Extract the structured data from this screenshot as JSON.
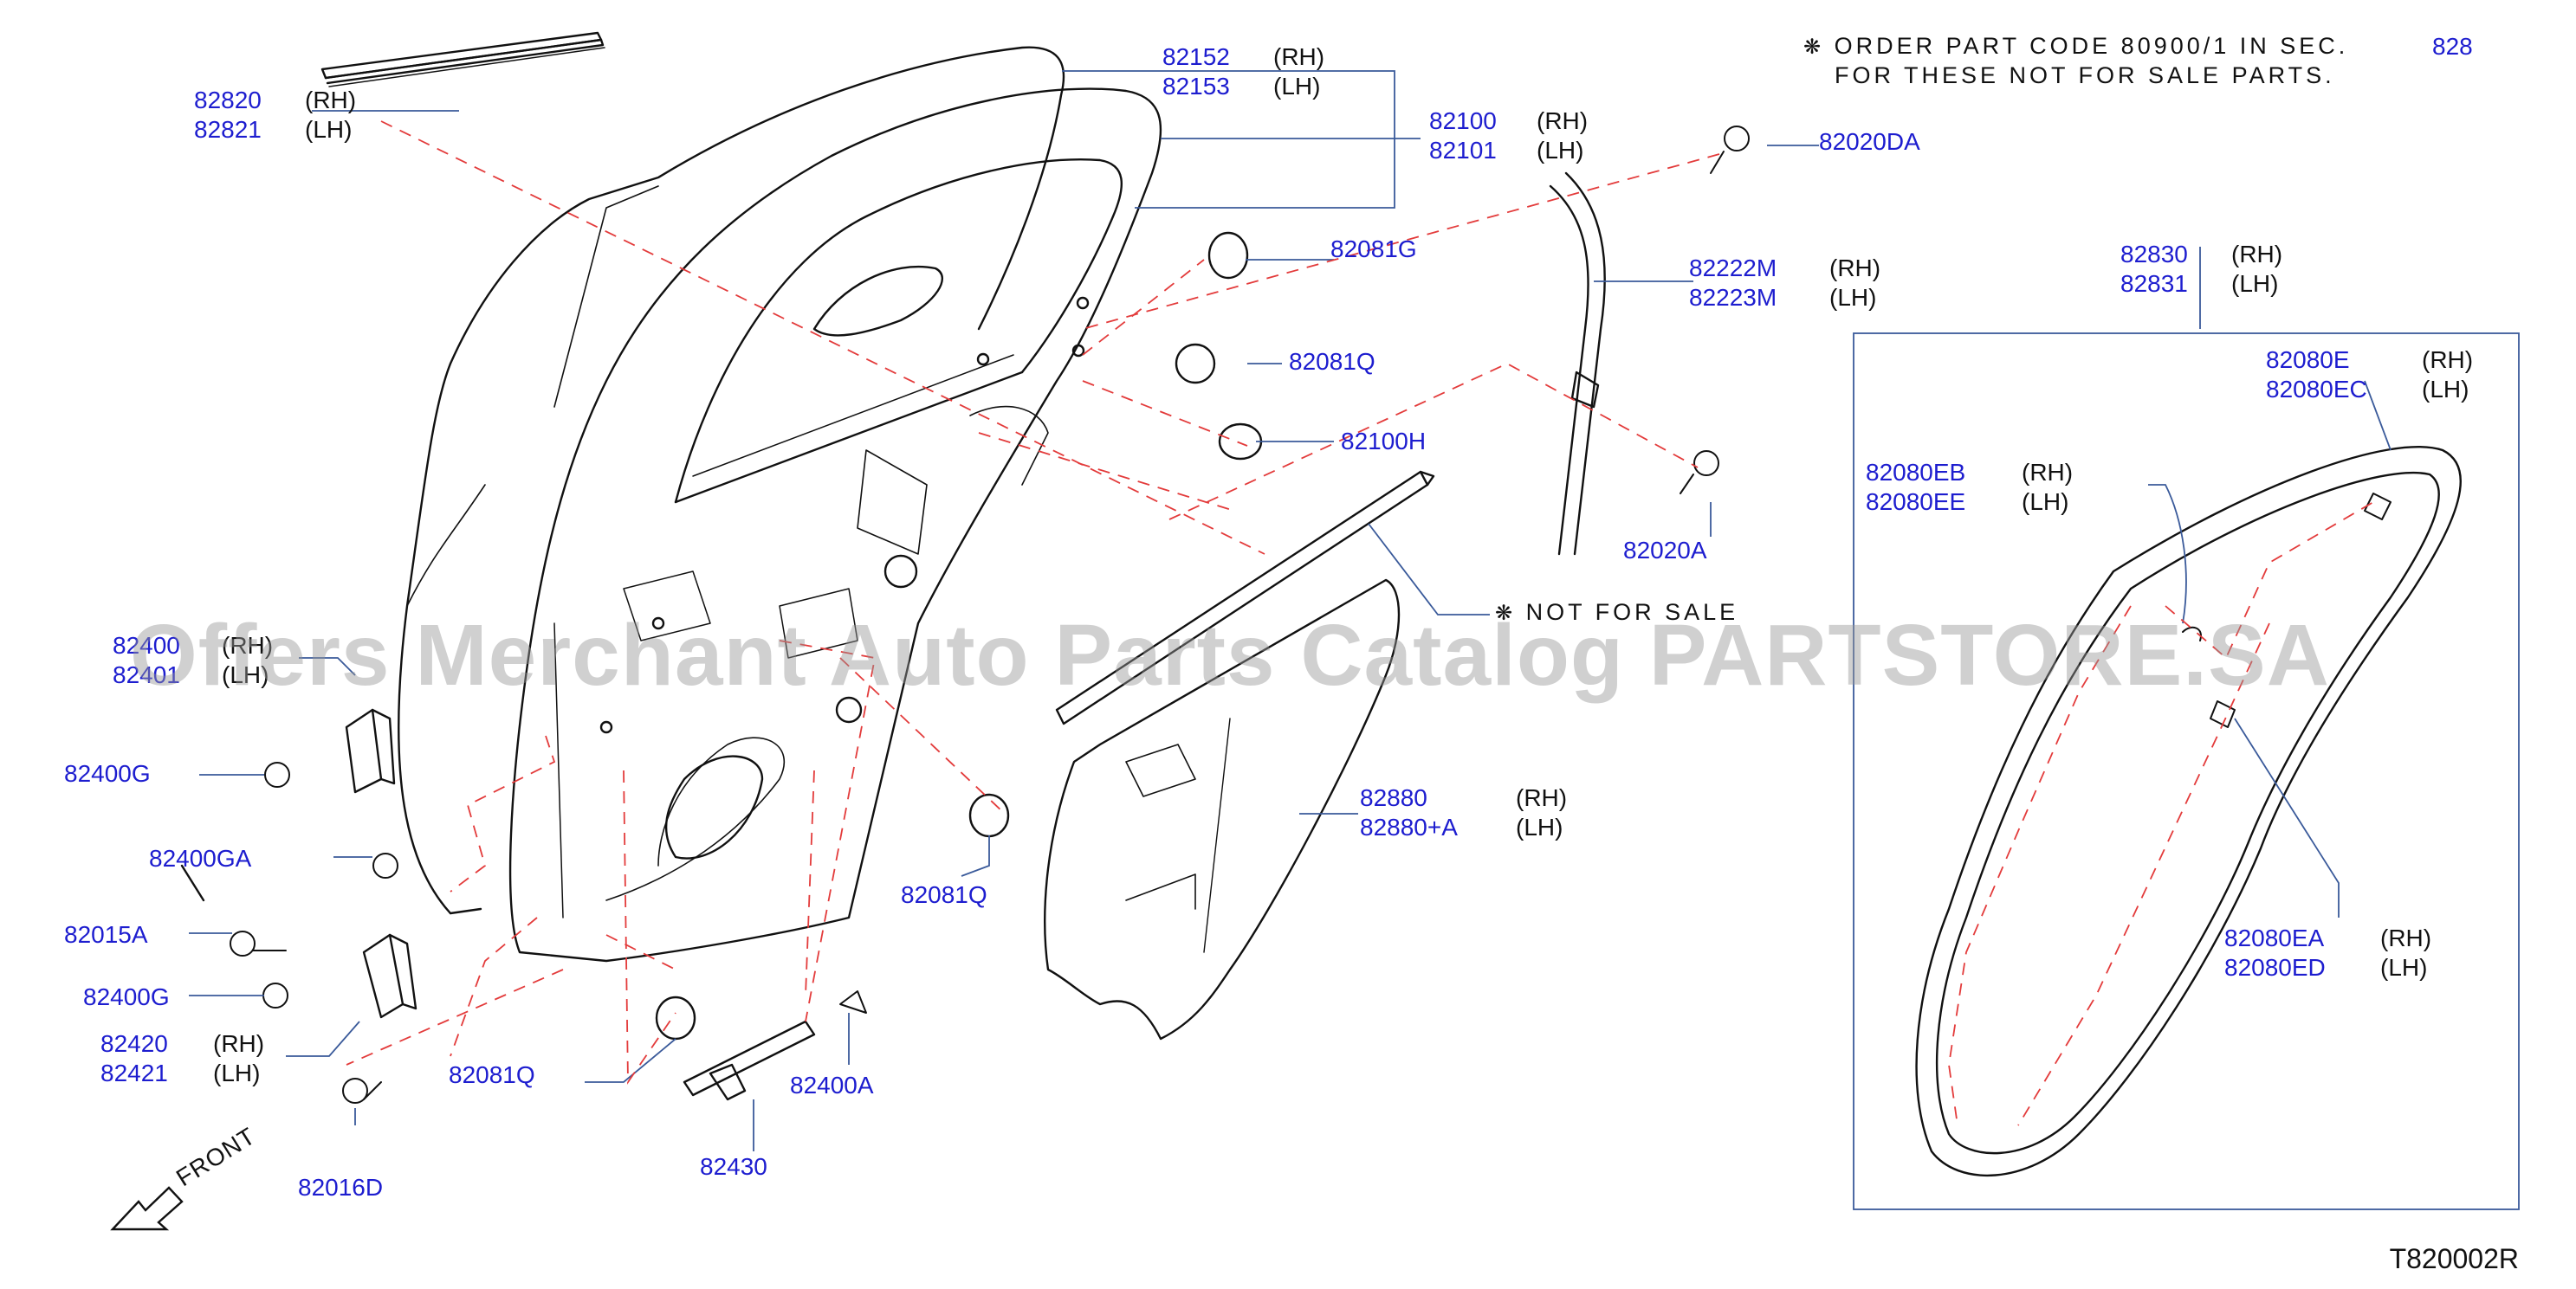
{
  "note": {
    "symbol": "❋",
    "line1": "ORDER PART CODE 80900/1 IN SEC.",
    "line2": "FOR THESE NOT FOR SALE PARTS.",
    "section_ref": "828"
  },
  "not_for_sale": "NOT FOR SALE",
  "front_label": "FRONT",
  "diagram_code": "T820002R",
  "watermark": "Offers Merchant Auto Parts Catalog PARTSTORE.SA",
  "parts": {
    "p82820": {
      "rh": "82820",
      "lh": "82821",
      "rh_tag": "(RH)",
      "lh_tag": "(LH)"
    },
    "p82152": {
      "rh": "82152",
      "lh": "82153",
      "rh_tag": "(RH)",
      "lh_tag": "(LH)"
    },
    "p82100": {
      "rh": "82100",
      "lh": "82101",
      "rh_tag": "(RH)",
      "lh_tag": "(LH)"
    },
    "p82020DA": "82020DA",
    "p82081G": "82081G",
    "p82081Q_a": "82081Q",
    "p82100H": "82100H",
    "p82222M": {
      "rh": "82222M",
      "lh": "82223M",
      "rh_tag": "(RH)",
      "lh_tag": "(LH)"
    },
    "p82020A": "82020A",
    "p82830": {
      "rh": "82830",
      "lh": "82831",
      "rh_tag": "(RH)",
      "lh_tag": "(LH)"
    },
    "p82080E": {
      "rh": "82080E",
      "lh": "82080EC",
      "rh_tag": "(RH)",
      "lh_tag": "(LH)"
    },
    "p82080EB": {
      "rh": "82080EB",
      "lh": "82080EE",
      "rh_tag": "(RH)",
      "lh_tag": "(LH)"
    },
    "p82080EA": {
      "rh": "82080EA",
      "lh": "82080ED",
      "rh_tag": "(RH)",
      "lh_tag": "(LH)"
    },
    "p82880": {
      "rh": "82880",
      "lh": "82880+A",
      "rh_tag": "(RH)",
      "lh_tag": "(LH)"
    },
    "p82081Q_b": "82081Q",
    "p82081Q_c": "82081Q",
    "p82400A": "82400A",
    "p82430": "82430",
    "p82400": {
      "rh": "82400",
      "lh": "82401",
      "rh_tag": "(RH)",
      "lh_tag": "(LH)"
    },
    "p82400G_a": "82400G",
    "p82400GA": "82400GA",
    "p82015A": "82015A",
    "p82400G_b": "82400G",
    "p82420": {
      "rh": "82420",
      "lh": "82421",
      "rh_tag": "(RH)",
      "lh_tag": "(LH)"
    },
    "p82016D": "82016D"
  }
}
